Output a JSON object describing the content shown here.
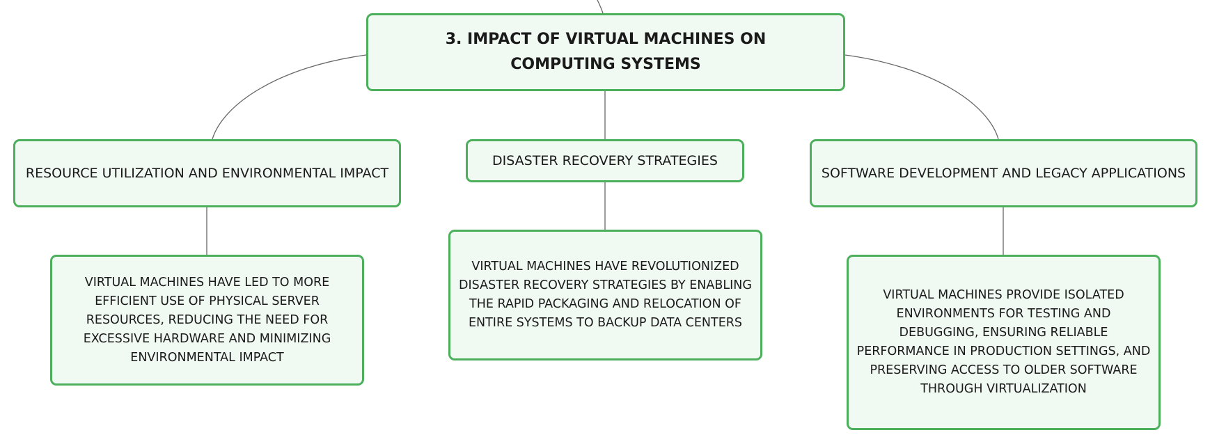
{
  "diagram": {
    "root": {
      "title": "3. IMPACT OF VIRTUAL MACHINES ON COMPUTING SYSTEMS"
    },
    "branches": [
      {
        "label": "RESOURCE UTILIZATION AND ENVIRONMENTAL IMPACT",
        "detail": "VIRTUAL MACHINES HAVE LED TO MORE EFFICIENT USE OF PHYSICAL SERVER RESOURCES, REDUCING THE NEED FOR EXCESSIVE HARDWARE AND MINIMIZING ENVIRONMENTAL IMPACT"
      },
      {
        "label": "DISASTER RECOVERY STRATEGIES",
        "detail": "VIRTUAL MACHINES HAVE REVOLUTIONIZED DISASTER RECOVERY STRATEGIES BY ENABLING THE RAPID PACKAGING AND RELOCATION OF ENTIRE SYSTEMS TO BACKUP DATA CENTERS"
      },
      {
        "label": "SOFTWARE DEVELOPMENT AND LEGACY APPLICATIONS",
        "detail": "VIRTUAL MACHINES PROVIDE ISOLATED ENVIRONMENTS FOR TESTING AND DEBUGGING, ENSURING RELIABLE PERFORMANCE IN PRODUCTION SETTINGS, AND PRESERVING ACCESS TO OLDER SOFTWARE THROUGH VIRTUALIZATION"
      }
    ],
    "colors": {
      "node_border": "#4caf5b",
      "node_fill": "#f1f9f3",
      "connector": "#666666",
      "text": "#1a1a1a"
    }
  }
}
